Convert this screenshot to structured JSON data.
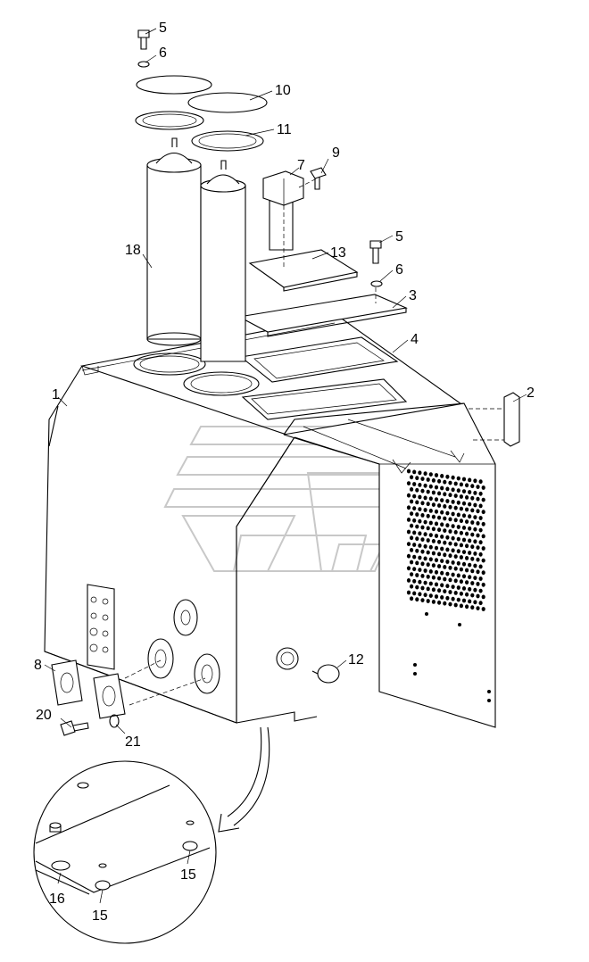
{
  "callouts": [
    {
      "id": "c5a",
      "text": "5"
    },
    {
      "id": "c6a",
      "text": "6"
    },
    {
      "id": "c10",
      "text": "10"
    },
    {
      "id": "c11",
      "text": "11"
    },
    {
      "id": "c7",
      "text": "7"
    },
    {
      "id": "c9",
      "text": "9"
    },
    {
      "id": "c18",
      "text": "18"
    },
    {
      "id": "c13",
      "text": "13"
    },
    {
      "id": "c5b",
      "text": "5"
    },
    {
      "id": "c6b",
      "text": "6"
    },
    {
      "id": "c3",
      "text": "3"
    },
    {
      "id": "c4",
      "text": "4"
    },
    {
      "id": "c1",
      "text": "1"
    },
    {
      "id": "c2",
      "text": "2"
    },
    {
      "id": "c8",
      "text": "8"
    },
    {
      "id": "c12",
      "text": "12"
    },
    {
      "id": "c20",
      "text": "20"
    },
    {
      "id": "c21",
      "text": "21"
    },
    {
      "id": "c16",
      "text": "16"
    },
    {
      "id": "c15a",
      "text": "15"
    },
    {
      "id": "c15b",
      "text": "15"
    }
  ],
  "colors": {
    "line": "#000000",
    "watermark": "#c8c8c8",
    "background": "#ffffff"
  }
}
